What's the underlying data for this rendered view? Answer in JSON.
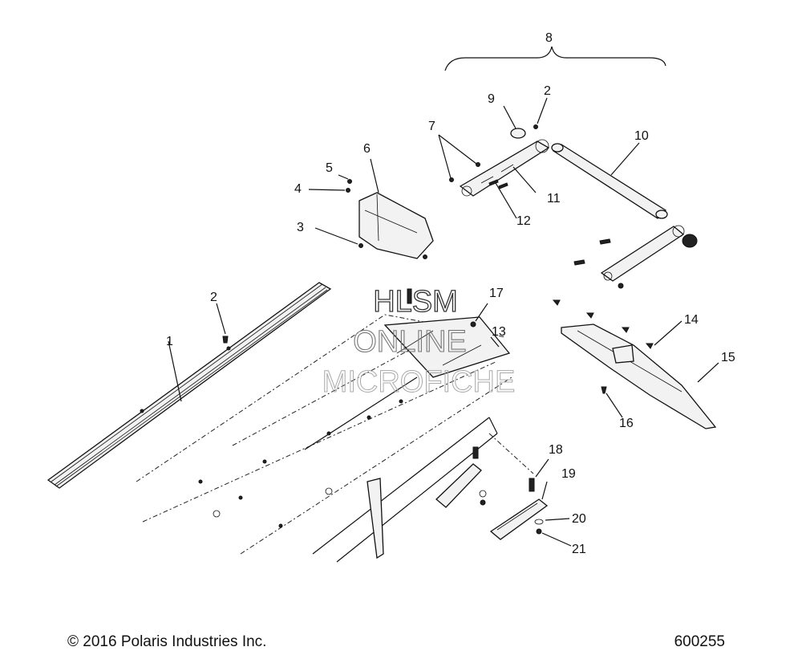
{
  "callouts": [
    "1",
    "2",
    "2",
    "3",
    "4",
    "5",
    "6",
    "7",
    "8",
    "9",
    "10",
    "11",
    "12",
    "13",
    "14",
    "15",
    "16",
    "17",
    "18",
    "19",
    "20",
    "21"
  ],
  "watermark": {
    "line1": "HLSM",
    "line2": "ONLINE",
    "line3": "MICROFICHE"
  },
  "footer": {
    "copyright": "© 2016 Polaris Industries Inc.",
    "drawing_number": "600255"
  }
}
